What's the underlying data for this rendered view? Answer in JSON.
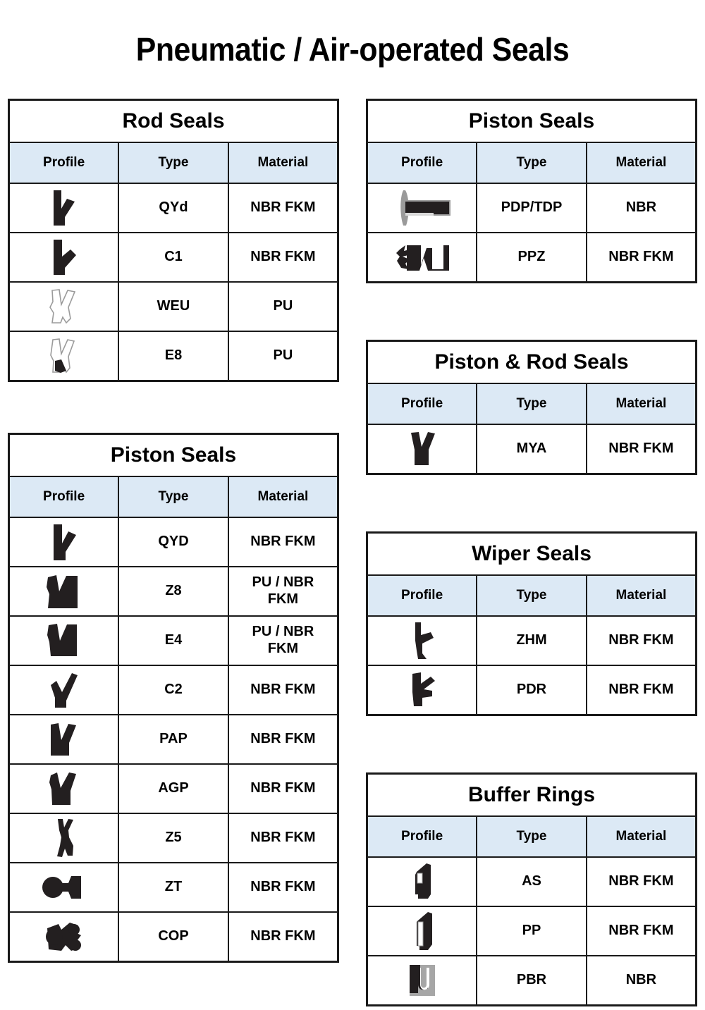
{
  "title": "Pneumatic / Air-operated Seals",
  "colors": {
    "header_blue": "#dce9f5",
    "border": "#1a1a1a",
    "seal_dark": "#231f20",
    "seal_gray": "#a6a6a6",
    "background": "#ffffff"
  },
  "columns": {
    "headers": {
      "profile": "Profile",
      "type": "Type",
      "material": "Material"
    }
  },
  "tables": {
    "rod_seals": {
      "title": "Rod Seals",
      "rows": [
        {
          "profile_icon": "seal-qyd-rod",
          "type": "QYd",
          "material": "NBR    FKM"
        },
        {
          "profile_icon": "seal-c1",
          "type": "C1",
          "material": "NBR    FKM"
        },
        {
          "profile_icon": "seal-weu-outline",
          "type": "WEU",
          "material": "PU"
        },
        {
          "profile_icon": "seal-e8-outline",
          "type": "E8",
          "material": "PU"
        }
      ]
    },
    "piston_seals_left": {
      "title": "Piston Seals",
      "rows": [
        {
          "profile_icon": "seal-qyd",
          "type": "QYD",
          "material": "NBR    FKM"
        },
        {
          "profile_icon": "seal-z8",
          "type": "Z8",
          "material": "PU / NBR\nFKM"
        },
        {
          "profile_icon": "seal-e4",
          "type": "E4",
          "material": "PU / NBR\nFKM"
        },
        {
          "profile_icon": "seal-c2",
          "type": "C2",
          "material": "NBR    FKM"
        },
        {
          "profile_icon": "seal-pap",
          "type": "PAP",
          "material": "NBR    FKM"
        },
        {
          "profile_icon": "seal-agp",
          "type": "AGP",
          "material": "NBR    FKM"
        },
        {
          "profile_icon": "seal-z5",
          "type": "Z5",
          "material": "NBR    FKM"
        },
        {
          "profile_icon": "seal-zt",
          "type": "ZT",
          "material": "NBR    FKM"
        },
        {
          "profile_icon": "seal-cop",
          "type": "COP",
          "material": "NBR    FKM"
        }
      ]
    },
    "piston_seals_right": {
      "title": "Piston Seals",
      "rows": [
        {
          "profile_icon": "seal-pdp-tdp",
          "type": "PDP/TDP",
          "material": "NBR"
        },
        {
          "profile_icon": "seal-ppz",
          "type": "PPZ",
          "material": "NBR    FKM"
        }
      ]
    },
    "piston_rod_seals": {
      "title": "Piston & Rod Seals",
      "rows": [
        {
          "profile_icon": "seal-mya",
          "type": "MYA",
          "material": "NBR    FKM"
        }
      ]
    },
    "wiper_seals": {
      "title": "Wiper Seals",
      "rows": [
        {
          "profile_icon": "seal-zhm",
          "type": "ZHM",
          "material": "NBR    FKM"
        },
        {
          "profile_icon": "seal-pdr",
          "type": "PDR",
          "material": "NBR    FKM"
        }
      ]
    },
    "buffer_rings": {
      "title": "Buffer Rings",
      "rows": [
        {
          "profile_icon": "seal-as",
          "type": "AS",
          "material": "NBR    FKM"
        },
        {
          "profile_icon": "seal-pp",
          "type": "PP",
          "material": "NBR    FKM"
        },
        {
          "profile_icon": "seal-pbr",
          "type": "PBR",
          "material": "NBR"
        }
      ]
    }
  }
}
